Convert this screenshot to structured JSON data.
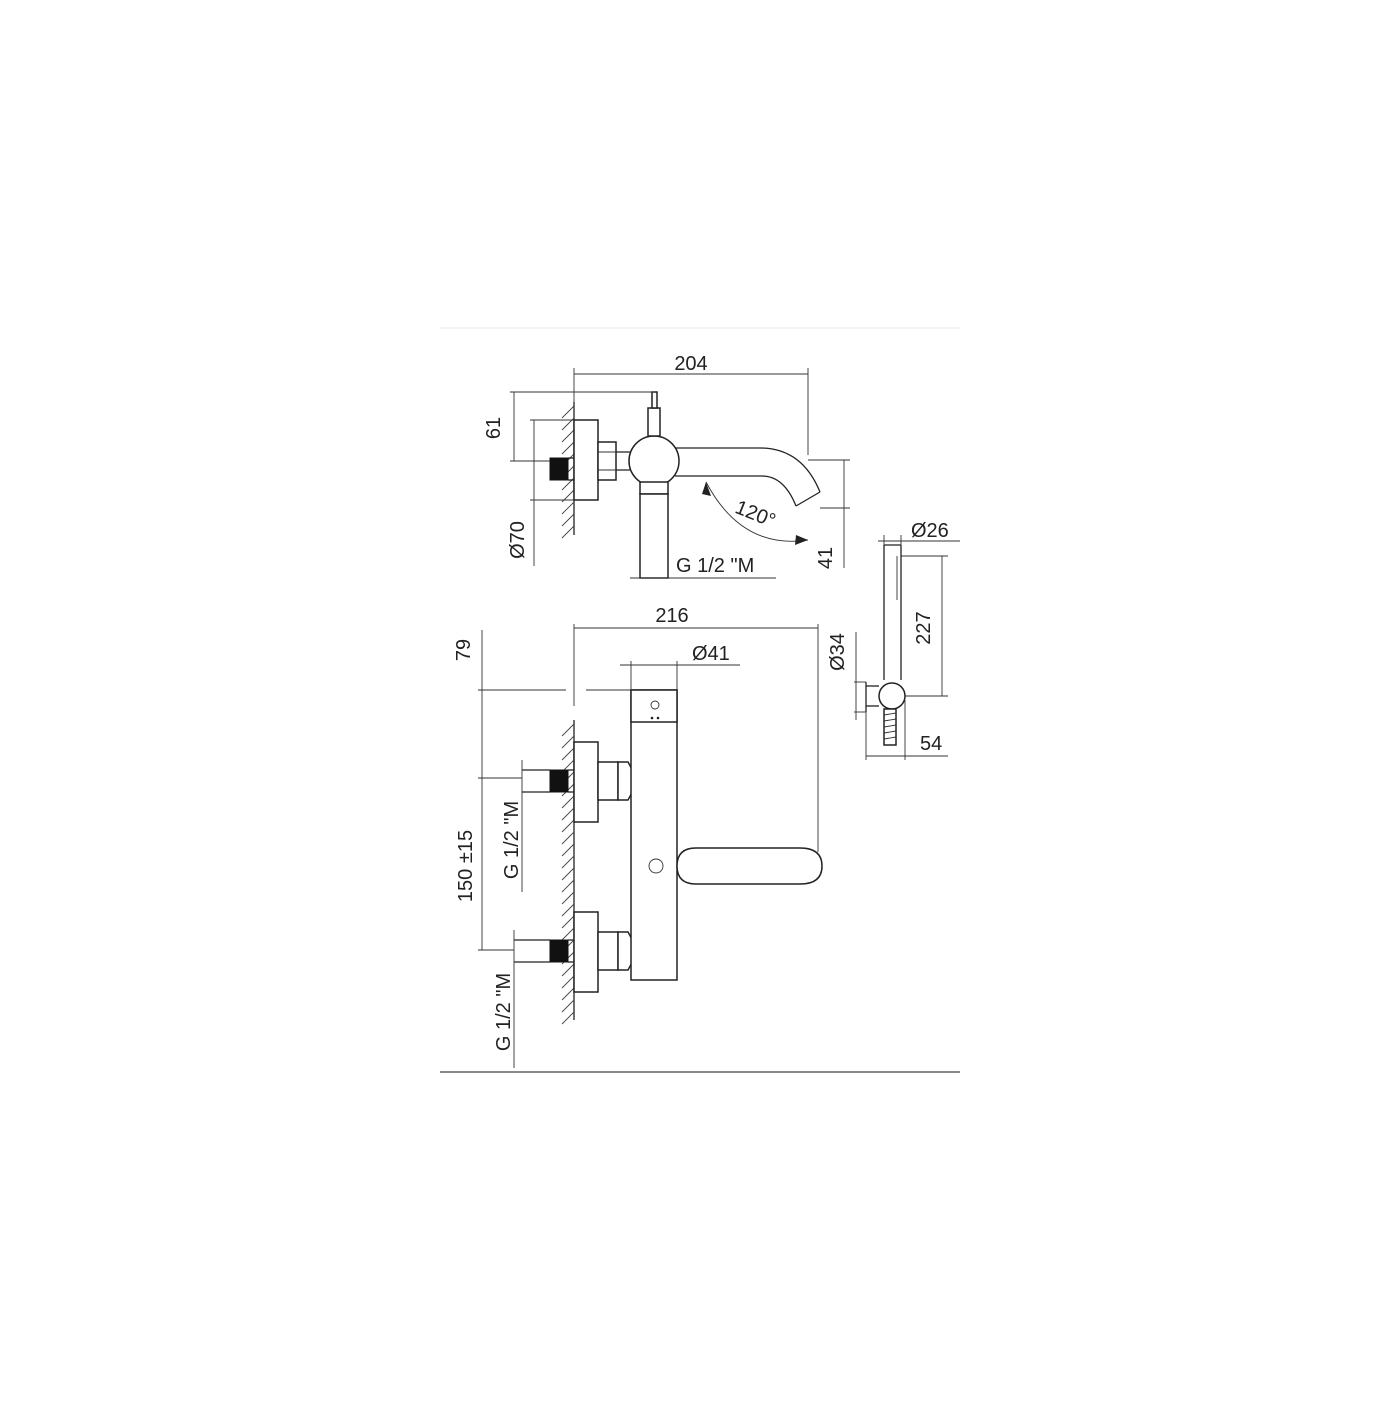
{
  "dimensions": {
    "top_width": "204",
    "top_height": "61",
    "flange_diameter": "Ø70",
    "angle": "120°",
    "spout_height": "41",
    "top_thread": "G 1/2 \"M",
    "front_width": "216",
    "body_diameter": "Ø41",
    "front_top_offset": "79",
    "inlet_distance": "150 ±15",
    "upper_inlet_thread": "G 1/2 \"M",
    "lower_inlet_thread": "G 1/2 \"M",
    "handshower_diameter": "Ø26",
    "handshower_length": "227",
    "holder_diameter": "Ø34",
    "holder_depth": "54"
  }
}
